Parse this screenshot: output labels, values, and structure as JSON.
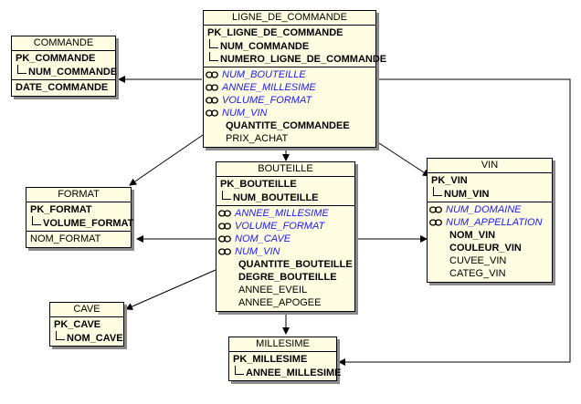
{
  "entities": {
    "commande": {
      "title": "COMMANDE",
      "pk": "PK_COMMANDE",
      "pk_cols": [
        "NUM_COMMANDE"
      ],
      "attrs": [
        "DATE_COMMANDE"
      ]
    },
    "ligne": {
      "title": "LIGNE_DE_COMMANDE",
      "pk": "PK_LIGNE_DE_COMMANDE",
      "pk_cols": [
        "NUM_COMMANDE",
        "NUMERO_LIGNE_DE_COMMANDE"
      ],
      "fks": [
        "NUM_BOUTEILLE",
        "ANNEE_MILLESIME",
        "VOLUME_FORMAT",
        "NUM_VIN"
      ],
      "attrs_bold": [
        "QUANTITE_COMMANDEE"
      ],
      "attrs": [
        "PRIX_ACHAT"
      ]
    },
    "format": {
      "title": "FORMAT",
      "pk": "PK_FORMAT",
      "pk_cols": [
        "VOLUME_FORMAT"
      ],
      "attrs": [
        "NOM_FORMAT"
      ]
    },
    "bouteille": {
      "title": "BOUTEILLE",
      "pk": "PK_BOUTEILLE",
      "pk_cols": [
        "NUM_BOUTEILLE"
      ],
      "fks": [
        "ANNEE_MILLESIME",
        "VOLUME_FORMAT",
        "NOM_CAVE",
        "NUM_VIN"
      ],
      "attrs_bold": [
        "QUANTITE_BOUTEILLE",
        "DEGRE_BOUTEILLE"
      ],
      "attrs": [
        "ANNEE_EVEIL",
        "ANNEE_APOGEE"
      ]
    },
    "vin": {
      "title": "VIN",
      "pk": "PK_VIN",
      "pk_cols": [
        "NUM_VIN"
      ],
      "fks": [
        "NUM_DOMAINE",
        "NUM_APPELLATION"
      ],
      "attrs_bold": [
        "NOM_VIN",
        "COULEUR_VIN"
      ],
      "attrs": [
        "CUVEE_VIN",
        "CATEG_VIN"
      ]
    },
    "cave": {
      "title": "CAVE",
      "pk": "PK_CAVE",
      "pk_cols": [
        "NOM_CAVE"
      ]
    },
    "millesime": {
      "title": "MILLESIME",
      "pk": "PK_MILLESIME",
      "pk_cols": [
        "ANNEE_MILLESIME"
      ]
    }
  },
  "colors": {
    "fill": "#fffde1",
    "fk_text": "#1a1aff",
    "line": "#000000"
  }
}
